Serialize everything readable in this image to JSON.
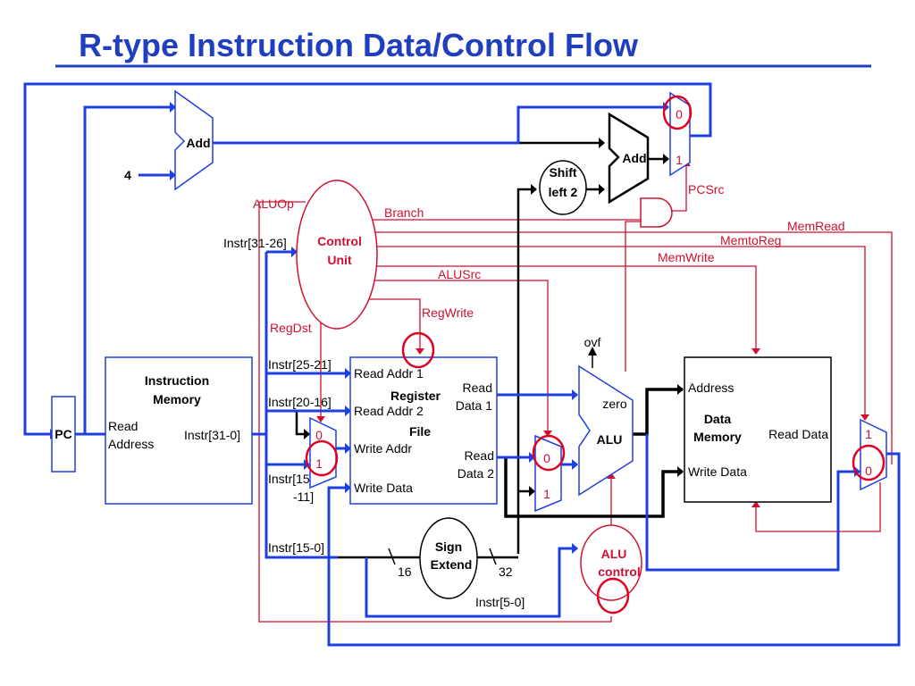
{
  "title": "R-type Instruction Data/Control Flow",
  "blocks": {
    "pc": "PC",
    "add_top": "Add",
    "const_four": "4",
    "add_branch": "Add",
    "shift": [
      "Shift",
      "left 2"
    ],
    "control": [
      "Control",
      "Unit"
    ],
    "imem": {
      "name": [
        "Instruction",
        "Memory"
      ],
      "read_address": [
        "Read",
        "Address"
      ],
      "out": "Instr[31-0]"
    },
    "regfile": {
      "name": [
        "Register",
        "File"
      ],
      "read_addr1": "Read Addr 1",
      "read_addr2": "Read Addr 2",
      "write_addr": "Write Addr",
      "write_data": "Write Data",
      "read_data1": [
        "Read",
        "Data 1"
      ],
      "read_data2": [
        "Read",
        "Data 2"
      ]
    },
    "alu": {
      "name": "ALU",
      "zero": "zero",
      "ovf": "ovf"
    },
    "dmem": {
      "name": [
        "Data",
        "Memory"
      ],
      "address": "Address",
      "write_data": "Write Data",
      "read_data": "Read Data"
    },
    "sign_extend": [
      "Sign",
      "Extend"
    ],
    "alu_control": [
      "ALU",
      "control"
    ]
  },
  "mux_labels": {
    "pc_mux": [
      "0",
      "1"
    ],
    "reg_dst_mux": [
      "0",
      "1"
    ],
    "alu_src_mux": [
      "0",
      "1"
    ],
    "mem_to_reg_mux": [
      "1",
      "0"
    ]
  },
  "signals": {
    "alu_op": "ALUOp",
    "branch": "Branch",
    "mem_read": "MemRead",
    "mem_to_reg": "MemtoReg",
    "mem_write": "MemWrite",
    "alu_src": "ALUSrc",
    "reg_write": "RegWrite",
    "reg_dst": "RegDst",
    "pc_src": "PCSrc"
  },
  "fields": {
    "instr_31_26": "Instr[31-26]",
    "instr_25_21": "Instr[25-21]",
    "instr_20_16": "Instr[20-16]",
    "instr_15_11": [
      "Instr[15",
      "-11]"
    ],
    "instr_15_0": "Instr[15-0]",
    "instr_5_0": "Instr[5-0]",
    "width_16": "16",
    "width_32": "32"
  },
  "colors": {
    "title": "#1f3fbf",
    "datapath_active": "#1f3fdf",
    "datapath_inactive": "#000000",
    "control": "#d01030",
    "highlight": "#e00020"
  }
}
